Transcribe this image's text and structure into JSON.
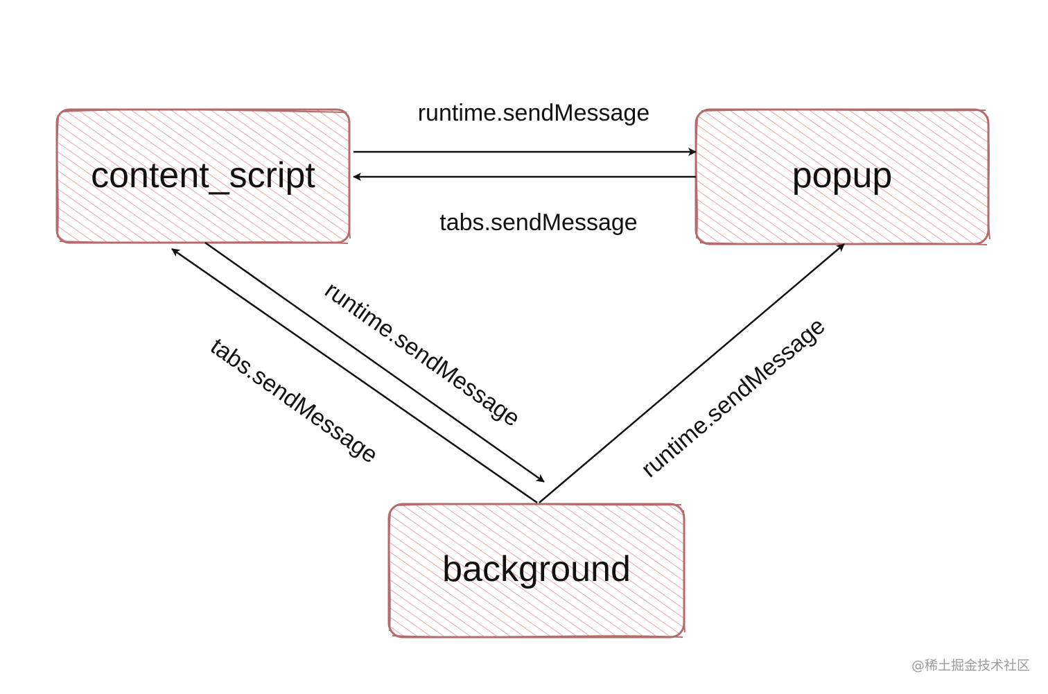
{
  "diagram": {
    "nodes": [
      {
        "id": "content_script",
        "label": "content_script"
      },
      {
        "id": "popup",
        "label": "popup"
      },
      {
        "id": "background",
        "label": "background"
      }
    ],
    "edges": [
      {
        "from": "content_script",
        "to": "popup",
        "label": "runtime.sendMessage"
      },
      {
        "from": "popup",
        "to": "content_script",
        "label": "tabs.sendMessage"
      },
      {
        "from": "content_script",
        "to": "background",
        "label": "runtime.sendMessage"
      },
      {
        "from": "background",
        "to": "content_script",
        "label": "tabs.sendMessage"
      },
      {
        "from": "background",
        "to": "popup",
        "label": "runtime.sendMessage"
      }
    ],
    "style": {
      "box_stroke": "#b56b6b",
      "hatch": "#e6a8a8",
      "arrow": "#111111"
    }
  },
  "watermark": "@稀土掘金技术社区"
}
